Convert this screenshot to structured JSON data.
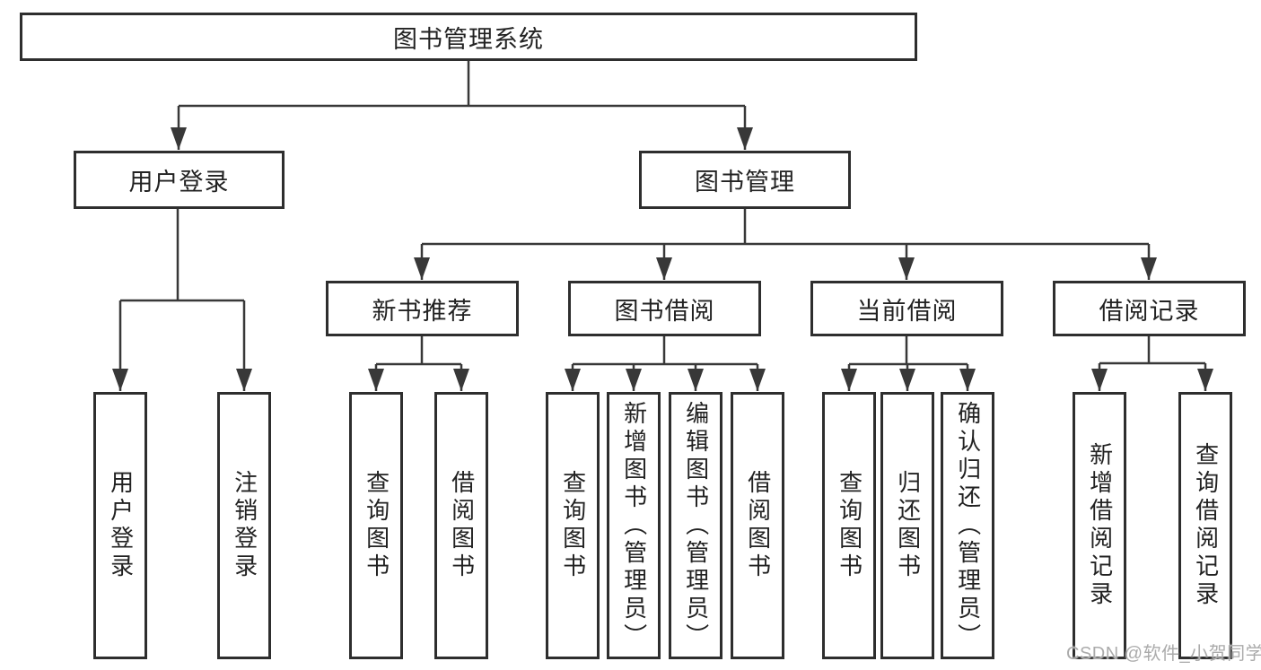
{
  "diagram_type": "hierarchy-tree",
  "colors": {
    "background": "#ffffff",
    "box_border": "#2e2e2e",
    "connector_line": "#383838",
    "text": "#222222",
    "watermark_text": "#ababab"
  },
  "tree": {
    "root": {
      "label": "图书管理系统",
      "children": [
        {
          "label": "用户登录",
          "children": [
            {
              "label": "用户登录"
            },
            {
              "label": "注销登录"
            }
          ]
        },
        {
          "label": "图书管理",
          "children": [
            {
              "label": "新书推荐",
              "children": [
                {
                  "label": "查询图书"
                },
                {
                  "label": "借阅图书"
                }
              ]
            },
            {
              "label": "图书借阅",
              "children": [
                {
                  "label": "查询图书"
                },
                {
                  "label": "新增图书（管理员）"
                },
                {
                  "label": "编辑图书（管理员）"
                },
                {
                  "label": "借阅图书"
                }
              ]
            },
            {
              "label": "当前借阅",
              "children": [
                {
                  "label": "查询图书"
                },
                {
                  "label": "归还图书"
                },
                {
                  "label": "确认归还（管理员）"
                }
              ]
            },
            {
              "label": "借阅记录",
              "children": [
                {
                  "label": "新增借阅记录"
                },
                {
                  "label": "查询借阅记录"
                }
              ]
            }
          ]
        }
      ]
    }
  },
  "watermark": {
    "text": "CSDN @软件_小贺同学"
  }
}
